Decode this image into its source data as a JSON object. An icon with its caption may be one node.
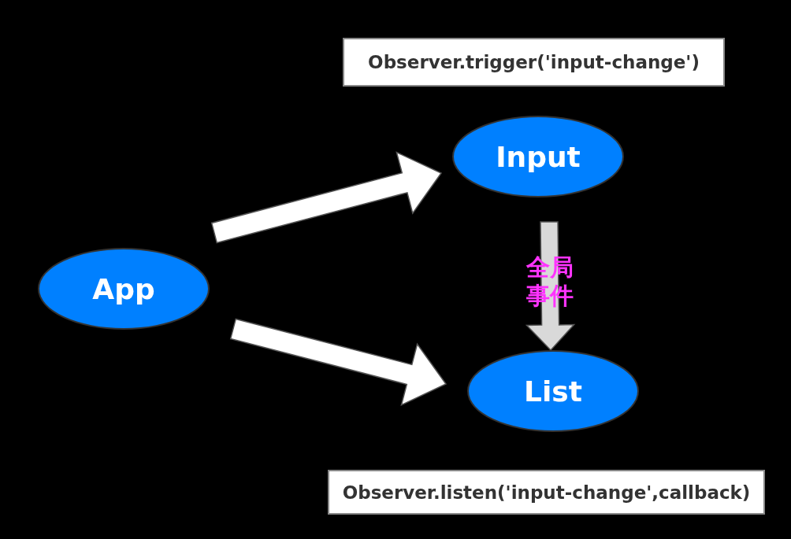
{
  "diagram": {
    "nodes": [
      {
        "text": [
          "Observer.trigger('input-change')"
        ]
      },
      {
        "text": [
          "Input"
        ]
      },
      {
        "text": [
          "App"
        ]
      },
      {
        "text": [
          "List"
        ]
      },
      {
        "text": [
          "Observer.listen('input-change',callback)"
        ]
      }
    ],
    "edges": [
      {
        "from": 2,
        "to": 1,
        "arrow": "to"
      },
      {
        "from": 2,
        "to": 3,
        "arrow": "to"
      },
      {
        "from": 1,
        "to": 3,
        "arrow": "to",
        "label": "全局事件",
        "color": "#d9d9d9"
      }
    ]
  }
}
